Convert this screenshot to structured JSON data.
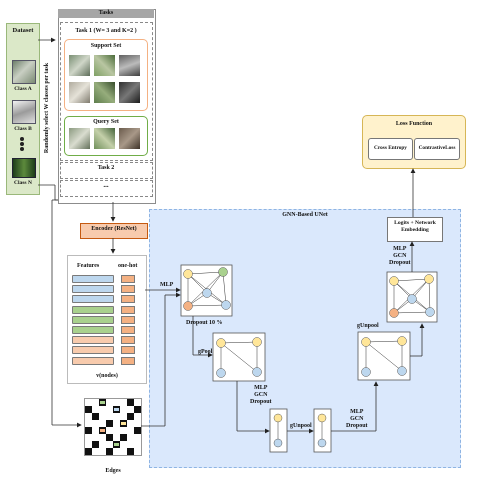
{
  "dataset": {
    "title": "Dataset",
    "class_a": "Class A",
    "class_b": "Class B",
    "class_n": "Class N",
    "vertical_label": "Randomly select W classes per task"
  },
  "tasks": {
    "title": "Tasks",
    "task1": "Task 1 (W= 3 and K=2 )",
    "support_set": "Support Set",
    "query_set": "Query Set",
    "task2": "Task 2",
    "ellipsis": "..."
  },
  "encoder": {
    "label": "Encoder (ResNet)"
  },
  "node_panel": {
    "features_label": "Features",
    "onehot_label": "one-hot",
    "caption": "v(nodes)"
  },
  "edges": {
    "caption": "Edges"
  },
  "unet": {
    "title": "GNN-Based UNet",
    "mlp_in": "MLP",
    "dropout": "Dropout 10 %",
    "gpool": "gPool",
    "mlp_gcn_dropout_1": [
      "MLP",
      "GCN",
      "Dropout"
    ],
    "gunpool_1": "gUnpool",
    "mlp_gcn_dropout_2": [
      "MLP",
      "GCN",
      "Dropout"
    ],
    "gunpool_2": "gUnpool",
    "mlp_gcn_dropout_3": [
      "MLP",
      "GCN",
      "Dropout"
    ],
    "logits": "Logits + Network Embedding"
  },
  "loss": {
    "title": "Loss Function",
    "ce": "Cross Entropy",
    "contrastive": "ContrastiveLoss"
  },
  "colors": {
    "dataset_bg": "#dbe8c8",
    "tasks_header": "#a6a6a6",
    "support_border": "#f4b183",
    "query_border": "#70ad47",
    "encoder_bg": "#f8cbad",
    "encoder_border": "#c55a11",
    "unet_bg": "#dae8fc",
    "unet_border": "#8eb4e3",
    "loss_bg": "#fff2cc",
    "loss_border": "#d6b656",
    "feature_blue": "#bdd7ee",
    "feature_green": "#a9d18e",
    "feature_orange": "#f8cbad",
    "onehot": "#f4b183",
    "node_yellow": "#ffe699",
    "node_blue": "#bdd7ee",
    "node_green": "#a9d18e",
    "node_orange": "#f4b183"
  }
}
